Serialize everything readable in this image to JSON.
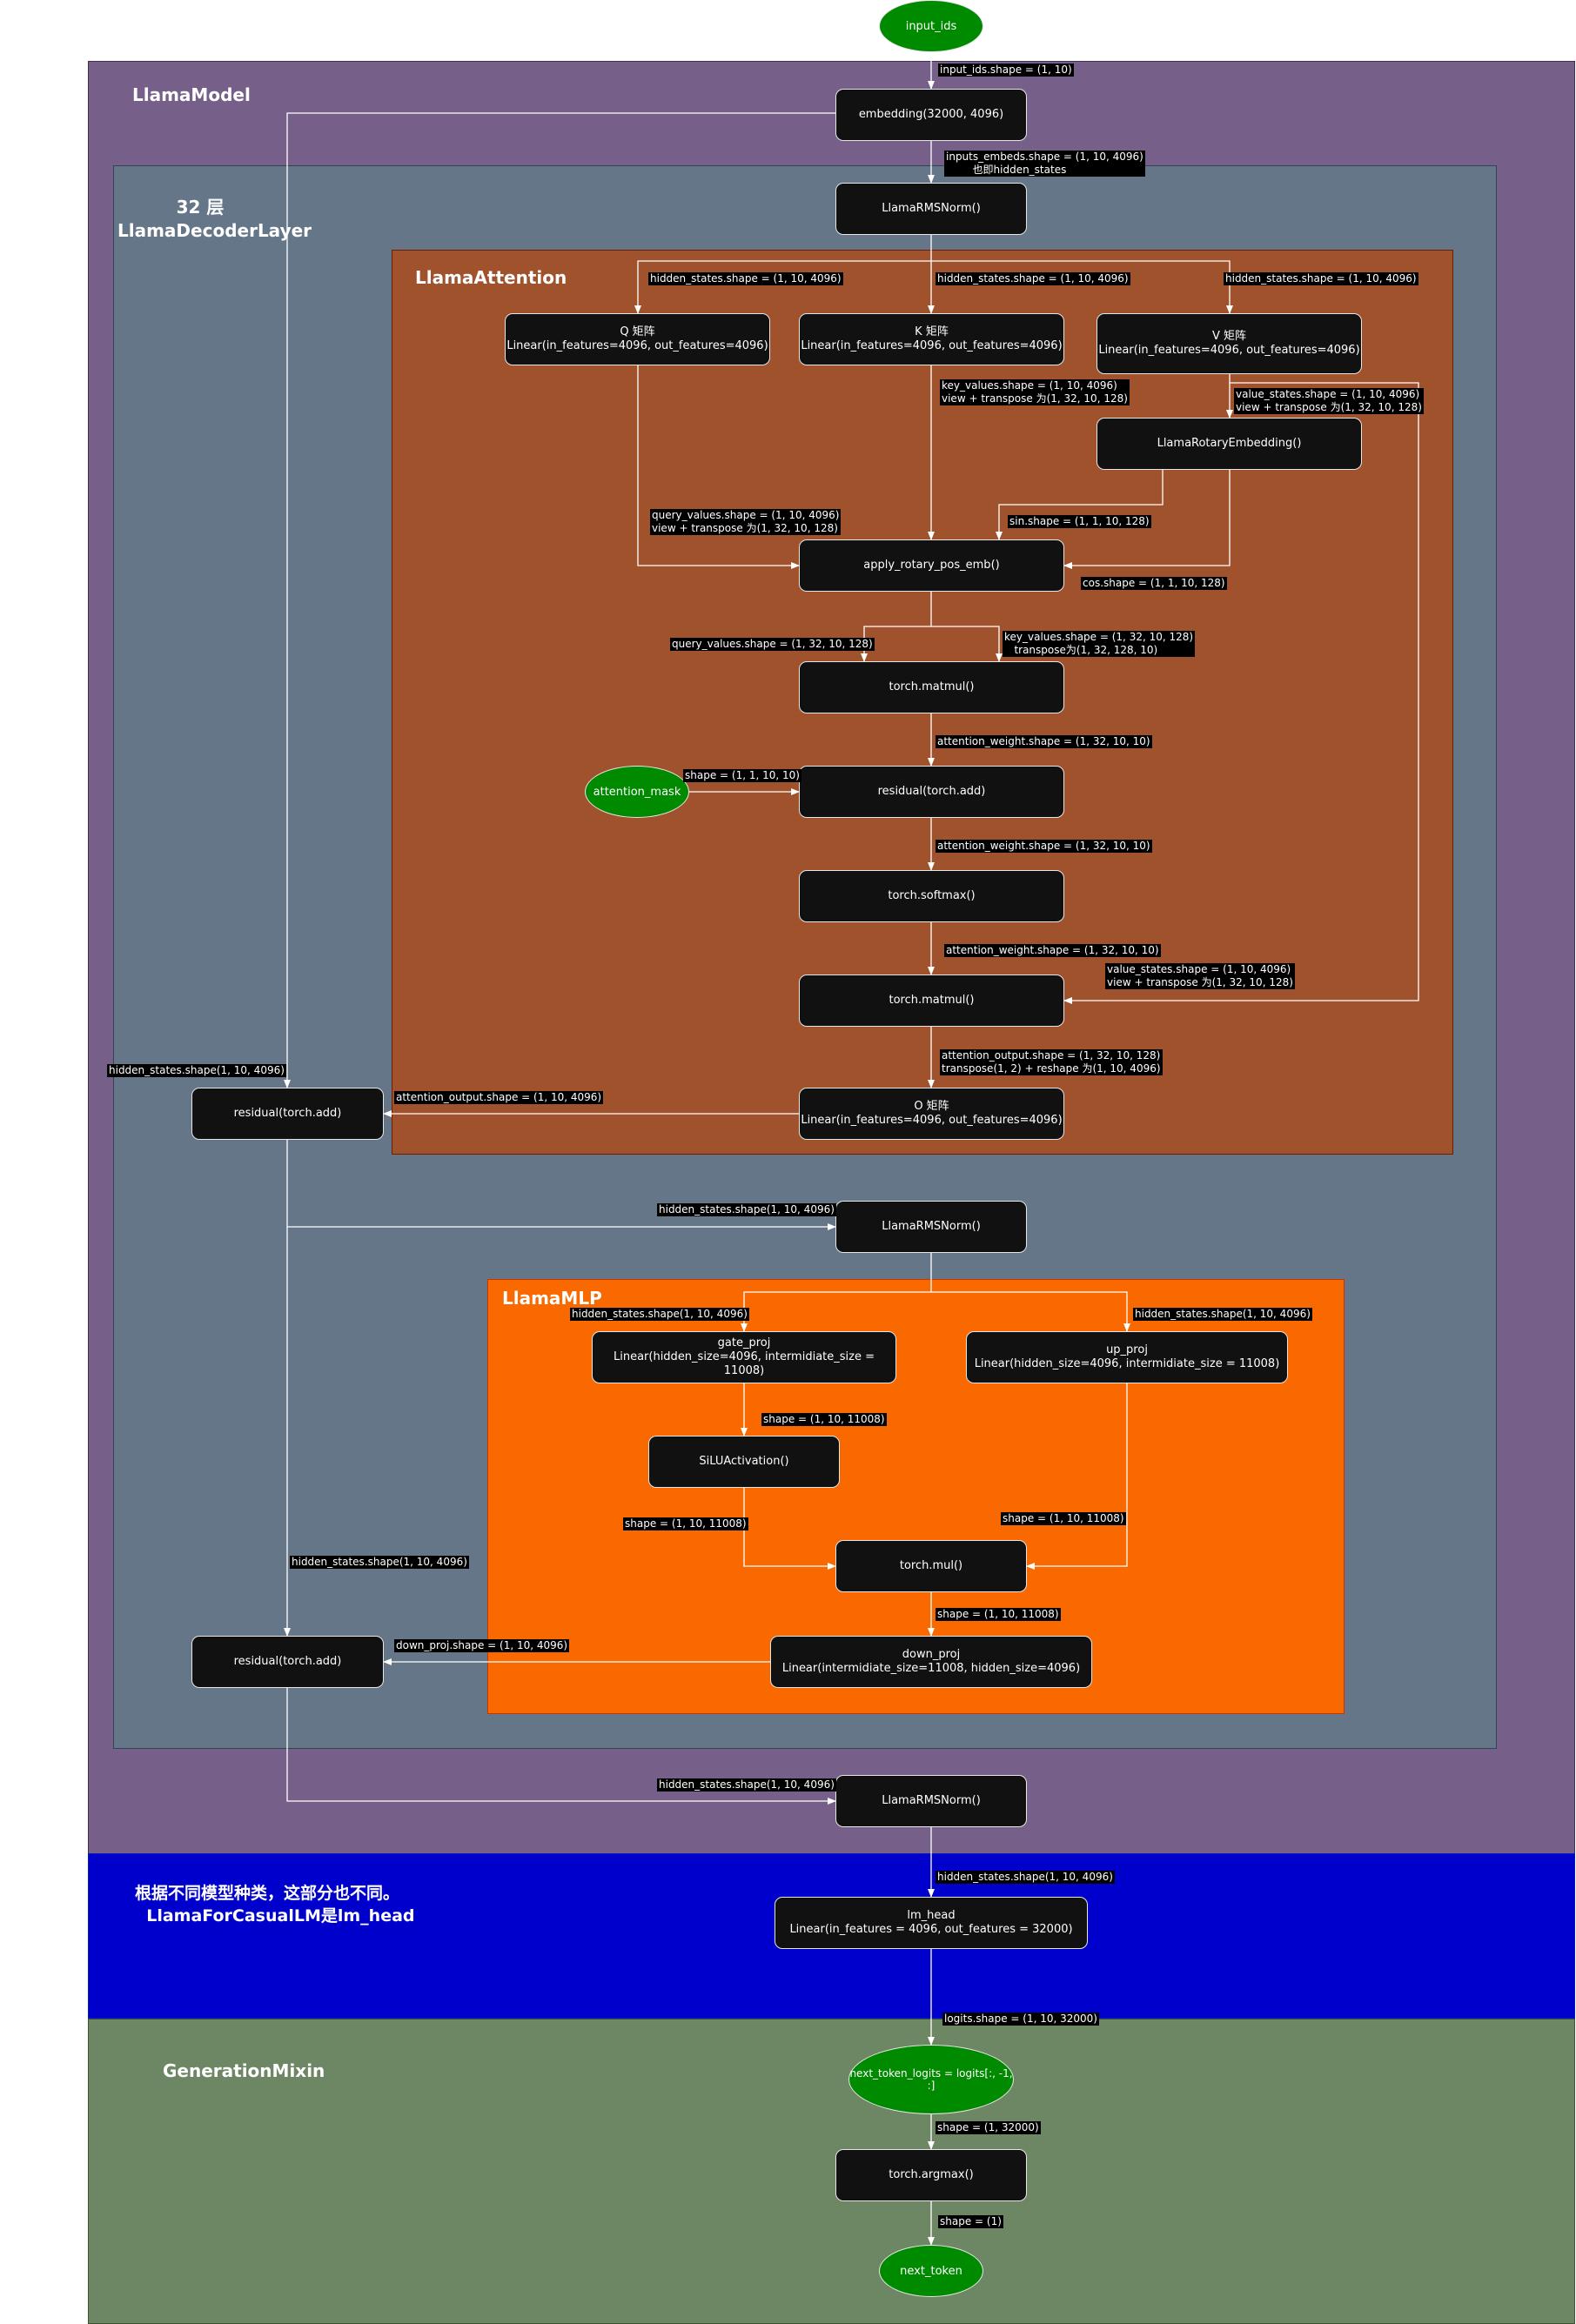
{
  "colors": {
    "llama_model": "#76608a",
    "decoder_layer": "#647687",
    "attention": "#a0522d",
    "mlp": "#fa6800",
    "head_section": "#0000cc",
    "generation": "#6d8764",
    "node_fill": "#111111",
    "ellipse_fill": "#008a00"
  },
  "regions": {
    "llama_model": "LlamaModel",
    "decoder_layer": "32 层\nLlamaDecoderLayer",
    "attention": "LlamaAttention",
    "mlp": "LlamaMLP",
    "head_note": "根据不同模型种类，这部分也不同。\n  LlamaForCasualLM是lm_head",
    "generation": "GenerationMixin"
  },
  "nodes": {
    "input_ids": "input_ids",
    "embedding": "embedding(32000, 4096)",
    "rmsnorm_1": "LlamaRMSNorm()",
    "q_title": "Q 矩阵",
    "q_sub": "Linear(in_features=4096, out_features=4096)",
    "k_title": "K 矩阵",
    "k_sub": "Linear(in_features=4096, out_features=4096)",
    "v_title": "V 矩阵",
    "v_sub": "Linear(in_features=4096, out_features=4096)",
    "rotary": "LlamaRotaryEmbedding()",
    "apply_rotary": "apply_rotary_pos_emb()",
    "matmul_1": "torch.matmul()",
    "attention_mask": "attention_mask",
    "residual_add_attn": "residual(torch.add)",
    "softmax": "torch.softmax()",
    "matmul_2": "torch.matmul()",
    "o_title": "O 矩阵",
    "o_sub": "Linear(in_features=4096, out_features=4096)",
    "residual_1": "residual(torch.add)",
    "rmsnorm_2": "LlamaRMSNorm()",
    "gate_title": "gate_proj",
    "gate_sub": "Linear(hidden_size=4096, intermidiate_size = 11008)",
    "up_title": "up_proj",
    "up_sub": "Linear(hidden_size=4096, intermidiate_size = 11008)",
    "silu": "SiLUActivation()",
    "mul": "torch.mul()",
    "down_title": "down_proj",
    "down_sub": "Linear(intermidiate_size=11008, hidden_size=4096)",
    "residual_2": "residual(torch.add)",
    "rmsnorm_3": "LlamaRMSNorm()",
    "lm_head_title": "lm_head",
    "lm_head_sub": "Linear(in_features = 4096, out_features = 32000)",
    "next_token_logits": "next_token_logits = logits[:, -1, :]",
    "argmax": "torch.argmax()",
    "next_token": "next_token"
  },
  "labels": {
    "input_ids_shape": "input_ids.shape = (1, 10)",
    "inputs_embeds": "inputs_embeds.shape = (1, 10, 4096)\n        也即hidden_states",
    "hs_q": "hidden_states.shape = (1, 10, 4096)",
    "hs_k": "hidden_states.shape = (1, 10, 4096)",
    "hs_v": "hidden_states.shape = (1, 10, 4096)",
    "key_values": "key_values.shape = (1, 10, 4096)\nview + transpose 为(1, 32, 10, 128)",
    "value_states": "value_states.shape = (1, 10, 4096)\nview + transpose 为(1, 32, 10, 128)",
    "query_values": "query_values.shape = (1, 10, 4096)\nview + transpose 为(1, 32, 10, 128)",
    "sin": "sin.shape = (1, 1, 10, 128)",
    "cos": "cos.shape = (1, 1, 10, 128)",
    "query_values_2": "query_values.shape = (1, 32, 10, 128)",
    "key_values_2": "key_values.shape = (1, 32, 10, 128)\n   transpose为(1, 32, 128, 10)",
    "attn_weight_1": "attention_weight.shape = (1, 32, 10, 10)",
    "mask_shape": "shape = (1, 1, 10, 10)",
    "attn_weight_2": "attention_weight.shape = (1, 32, 10, 10)",
    "attn_weight_3": "attention_weight.shape = (1, 32, 10, 10)",
    "value_states_2": "value_states.shape = (1, 10, 4096)\nview + transpose 为(1, 32, 10, 128)",
    "attn_output": "attention_output.shape = (1, 32, 10, 128)\ntranspose(1, 2) + reshape 为(1, 10, 4096)",
    "hs_residual_1": "hidden_states.shape(1, 10, 4096)",
    "attn_output_2": "attention_output.shape = (1, 10, 4096)",
    "hs_rmsnorm_2": "hidden_states.shape(1, 10, 4096)",
    "hs_gate": "hidden_states.shape(1, 10, 4096)",
    "hs_up": "hidden_states.shape(1, 10, 4096)",
    "shape_gate_silu": "shape = (1, 10, 11008)",
    "shape_silu_mul": "shape = (1, 10, 11008)",
    "shape_up_mul": "shape = (1, 10, 11008)",
    "shape_mul_down": "shape = (1, 10, 11008)",
    "hs_residual_2": "hidden_states.shape(1, 10, 4096)",
    "down_proj_shape": "down_proj.shape = (1, 10, 4096)",
    "hs_rmsnorm_3": "hidden_states.shape(1, 10, 4096)",
    "hs_lm_head": "hidden_states.shape(1, 10, 4096)",
    "logits": "logits.shape = (1, 10, 32000)",
    "shape_next_logits": "shape = (1, 32000)",
    "shape_argmax": "shape = (1)"
  }
}
